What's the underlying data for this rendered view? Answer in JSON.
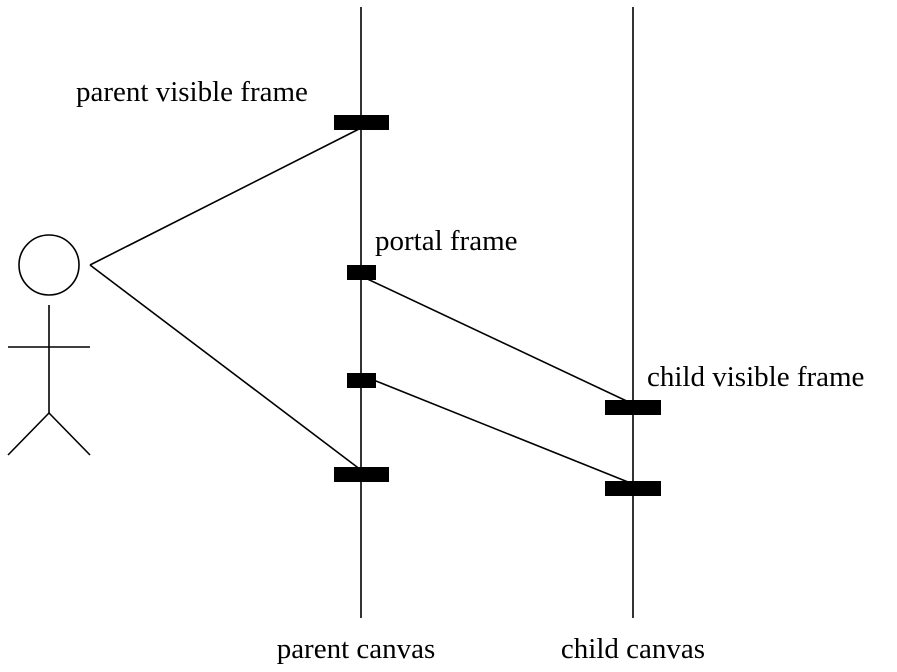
{
  "diagram": {
    "labels": {
      "parent_visible_frame": "parent visible frame",
      "portal_frame": "portal frame",
      "child_visible_frame": "child visible frame",
      "parent_canvas": "parent canvas",
      "child_canvas": "child canvas"
    },
    "colors": {
      "stroke": "#000000",
      "background": "#ffffff"
    }
  }
}
